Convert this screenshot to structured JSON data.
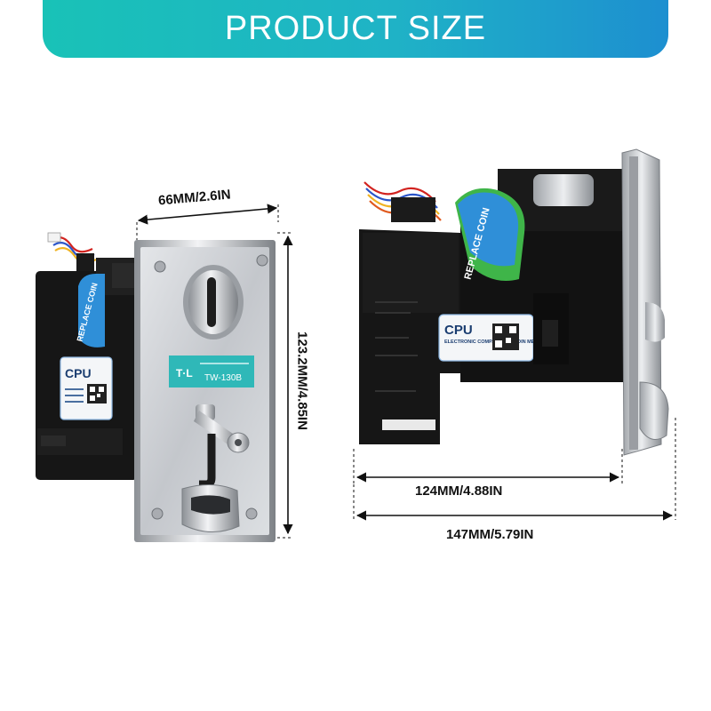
{
  "banner": {
    "title": "PRODUCT SIZE"
  },
  "dimensions": {
    "front_width": "66MM/2.6IN",
    "front_height": "123.2MM/4.85IN",
    "side_depth": "124MM/4.88IN",
    "side_total": "147MM/5.79IN"
  },
  "product_labels": {
    "plate_logo": "T·L",
    "plate_model": "TW-130B",
    "cpu_title": "CPU",
    "cpu_subtitle": "ELECTRONIC COMPARABLE COIN MECH",
    "replace_coin": "REPLACE COIN"
  },
  "colors": {
    "banner_start": "#19c2b7",
    "banner_end": "#1d8fd0",
    "dimension_line": "#111111",
    "body_black": "#151515",
    "plate_silver": "#cfd2d6",
    "sticker_blue": "#2f8fd8",
    "sticker_green": "#3fb549"
  }
}
